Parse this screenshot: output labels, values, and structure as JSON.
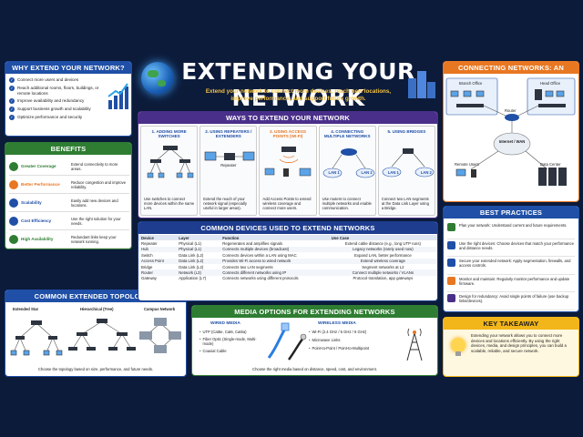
{
  "title": "EXTENDING YOUR NETWORK",
  "subtitle_lines": [
    "Extend your network to connect more devices, reach new locations,",
    "improve performance, and support future growth."
  ],
  "why": {
    "heading": "WHY EXTEND YOUR NETWORK?",
    "items": [
      "Connect more users and devices",
      "Reach additional rooms, floors, buildings, or remote locations",
      "Improve availability and redundancy",
      "Support business growth and scalability",
      "Optimize performance and security"
    ]
  },
  "benefits": {
    "heading": "BENEFITS",
    "items": [
      {
        "title": "Greater Coverage",
        "desc": "Extend connectivity to more areas.",
        "color": "#2e7d32"
      },
      {
        "title": "Better Performance",
        "desc": "Reduce congestion and improve reliability.",
        "color": "#e87722"
      },
      {
        "title": "Scalability",
        "desc": "Easily add new devices and locations.",
        "color": "#1f4fa6"
      },
      {
        "title": "Cost Efficiency",
        "desc": "Use the right solution for your needs.",
        "color": "#1f4fa6"
      },
      {
        "title": "High Availability",
        "desc": "Redundant links keep your network running.",
        "color": "#2e7d32"
      }
    ]
  },
  "ways": {
    "heading": "WAYS TO EXTEND YOUR NETWORK",
    "items": [
      {
        "title": "1. ADDING MORE SWITCHES",
        "desc": "Use switches to connect more devices within the same LAN.",
        "color": "#1f4fa6",
        "label": ""
      },
      {
        "title": "2. USING REPEATERS / EXTENDERS",
        "desc": "Extend the reach of your network signal (especially useful in larger areas).",
        "color": "#1f4fa6",
        "label": "Repeater"
      },
      {
        "title": "3. USING ACCESS POINTS (WI-FI)",
        "desc": "Add Access Points to extend wireless coverage and connect more users.",
        "color": "#e87722",
        "label": ""
      },
      {
        "title": "4. CONNECTING MULTIPLE NETWORKS",
        "desc": "Use routers to connect multiple networks and enable communication.",
        "color": "#1f4fa6",
        "label": ""
      },
      {
        "title": "5. USING BRIDGES",
        "desc": "Connect two LAN segments at the Data Link Layer using a Bridge.",
        "color": "#1f4fa6",
        "label": ""
      }
    ],
    "lan1": "LAN 1",
    "lan2": "LAN 2"
  },
  "devices": {
    "heading": "COMMON DEVICES USED TO EXTEND NETWORKS",
    "columns": [
      "Device",
      "Layer",
      "Function",
      "Use Case"
    ],
    "rows": [
      [
        "Repeater",
        "Physical (L1)",
        "Regenerates and amplifies signals",
        "Extend cable distance (e.g., long UTP runs)"
      ],
      [
        "Hub",
        "Physical (L1)",
        "Connects multiple devices (broadcast)",
        "Legacy networks (rarely used now)"
      ],
      [
        "Switch",
        "Data Link (L2)",
        "Connects devices within a LAN using MAC",
        "Expand LAN, better performance"
      ],
      [
        "Access Point",
        "Data Link (L2)",
        "Provides Wi-Fi access to wired network",
        "Extend wireless coverage"
      ],
      [
        "Bridge",
        "Data Link (L2)",
        "Connects two LAN segments",
        "Segment networks at L2"
      ],
      [
        "Router",
        "Network (L3)",
        "Connects different networks using IP",
        "Connect multiple networks / VLANs"
      ],
      [
        "Gateway",
        "Application (L7)",
        "Connects networks using different protocols",
        "Protocol translation, app gateways"
      ]
    ]
  },
  "topologies": {
    "heading": "COMMON EXTENDED TOPOLOGIES",
    "items": [
      "Extended Star",
      "Hierarchical (Tree)",
      "Campus Network"
    ],
    "footer": "Choose the topology based on size, performance, and future needs."
  },
  "media": {
    "heading": "MEDIA OPTIONS FOR EXTENDING NETWORKS",
    "wired_title": "WIRED MEDIA",
    "wired": [
      "UTP (Cat5e, Cat6, Cat6a)",
      "Fiber Optic (Single-mode, Multi-mode)",
      "Coaxial Cable"
    ],
    "wireless_title": "WIRELESS MEDIA",
    "wireless": [
      "Wi-Fi (2.4 GHz / 5 GHz / 6 GHz)",
      "Microwave Links",
      "Point-to-Point / Point-to-Multipoint"
    ],
    "footer": "Choose the right media based on distance, speed, cost, and environment."
  },
  "example": {
    "heading": "CONNECTING NETWORKS: AN EXAMPLE",
    "branch": "Branch Office",
    "head": "Head Office",
    "router": "Router",
    "internet": "Internet / WAN",
    "remote": "Remote Users",
    "datacenter": "Data Center"
  },
  "practices": {
    "heading": "BEST PRACTICES",
    "items": [
      "Plan your network: Understand current and future requirements.",
      "Use the right devices: Choose devices that match your performance and distance needs.",
      "Secure your extended network: Apply segmentation, firewalls, and access controls.",
      "Monitor and maintain: Regularly monitor performance and update firmware.",
      "Design for redundancy: Avoid single points of failure (use backup links/devices)."
    ]
  },
  "takeaway": {
    "heading": "KEY TAKEAWAY",
    "text": "Extending your network allows you to connect more devices and locations efficiently. By using the right devices, media, and design principles, you can build a scalable, reliable, and secure network."
  },
  "colors": {
    "background": "#0c1b3a",
    "blue": "#1f4fa6",
    "green": "#2f7d32",
    "orange": "#e87722",
    "purple": "#4a2f8a",
    "yellow": "#f2b61b"
  }
}
